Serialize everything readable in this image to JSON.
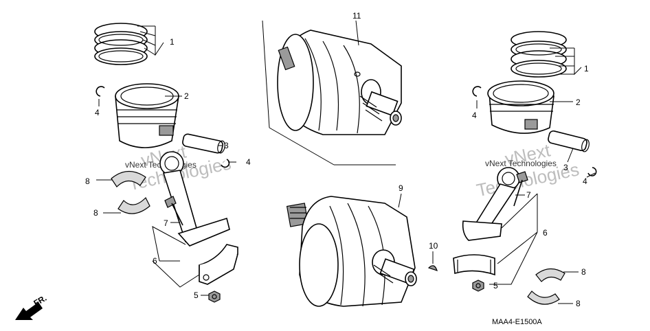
{
  "callouts": {
    "left": {
      "rings": "1",
      "piston": "2",
      "pin": "3",
      "clip_right": "4",
      "clip_left": "4",
      "bearing_top": "8",
      "bearing_bottom": "8",
      "bolt": "7",
      "rod": "6",
      "nut": "5"
    },
    "center": {
      "crank_top": "11",
      "crank_bottom": "9",
      "key": "10"
    },
    "right": {
      "rings": "1",
      "piston": "2",
      "pin": "3",
      "clip_right": "4",
      "clip_left": "4",
      "bolt": "7",
      "rod": "6",
      "nut": "5",
      "bearing_top": "8",
      "bearing_bottom": "8"
    }
  },
  "front_marker": "FR.",
  "watermarks": {
    "line1": "vNext",
    "line2": "Technologies",
    "inline": "vNext Technologies"
  },
  "diagram_code": "MAA4-E1500A"
}
